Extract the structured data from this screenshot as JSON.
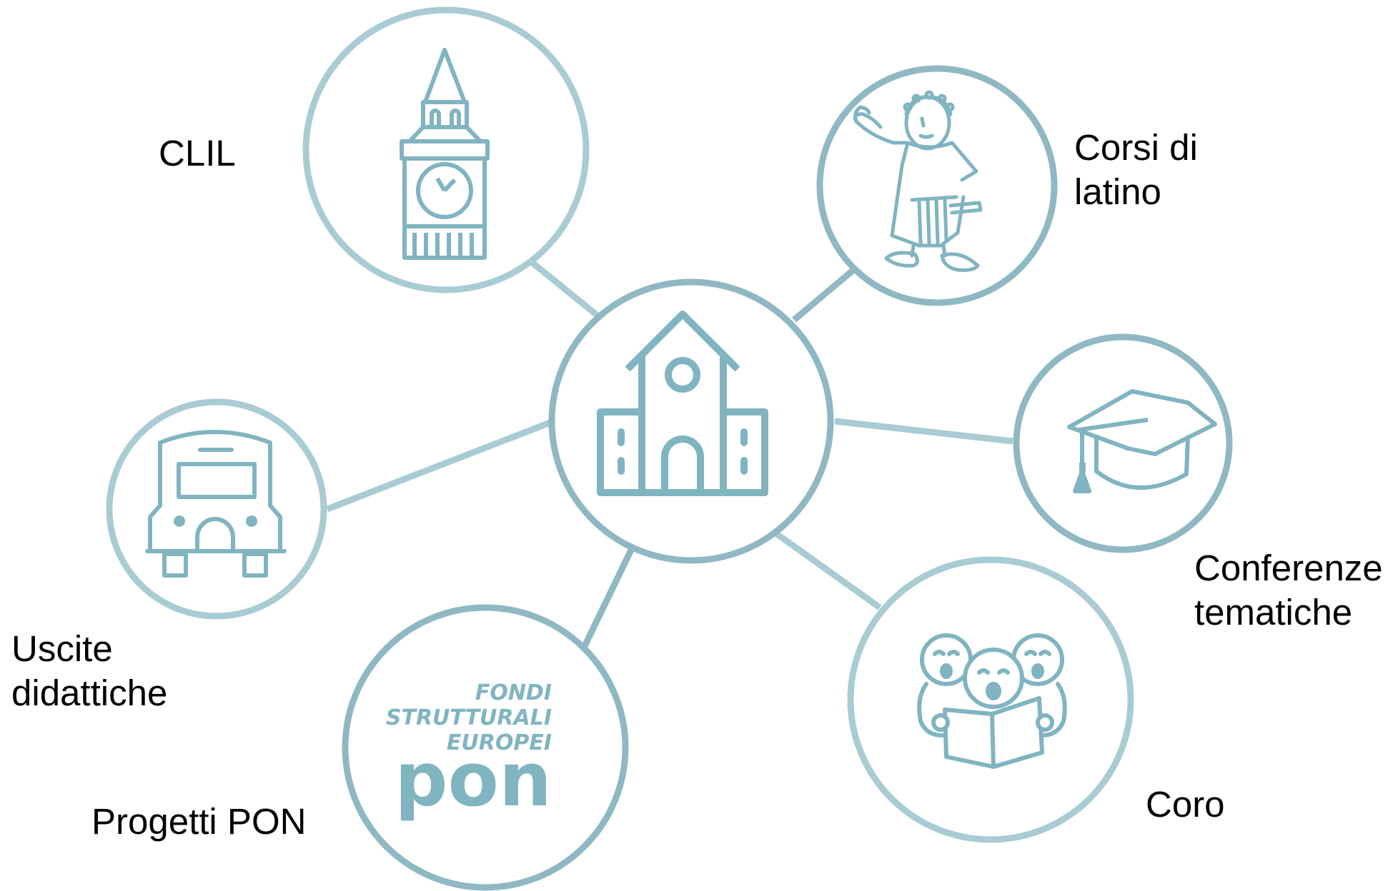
{
  "colors": {
    "ring_light": "#a9cbd3",
    "ring_dark": "#8fb8c3",
    "icon": "#80b4c0",
    "text": "#000000",
    "background": "#ffffff"
  },
  "center": {
    "name": "school",
    "icon": "school-building-icon"
  },
  "nodes": [
    {
      "id": "clil",
      "icon": "clock-tower-icon",
      "lines": [
        "CLIL"
      ]
    },
    {
      "id": "latino",
      "icon": "roman-figure-icon",
      "lines": [
        "Corsi di",
        "latino"
      ]
    },
    {
      "id": "conferenze",
      "icon": "graduation-cap-icon",
      "lines": [
        "Conferenze",
        "tematiche"
      ]
    },
    {
      "id": "coro",
      "icon": "choir-singers-icon",
      "lines": [
        "Coro"
      ]
    },
    {
      "id": "pon",
      "icon": "pon-logo-icon",
      "lines": [
        "Progetti PON"
      ]
    },
    {
      "id": "uscite",
      "icon": "bus-icon",
      "lines": [
        "Uscite",
        "didattiche"
      ]
    }
  ],
  "pon_logo": {
    "line1": "FONDI",
    "line2": "STRUTTURALI",
    "line3": "EUROPEI",
    "wordmark": "pon"
  }
}
